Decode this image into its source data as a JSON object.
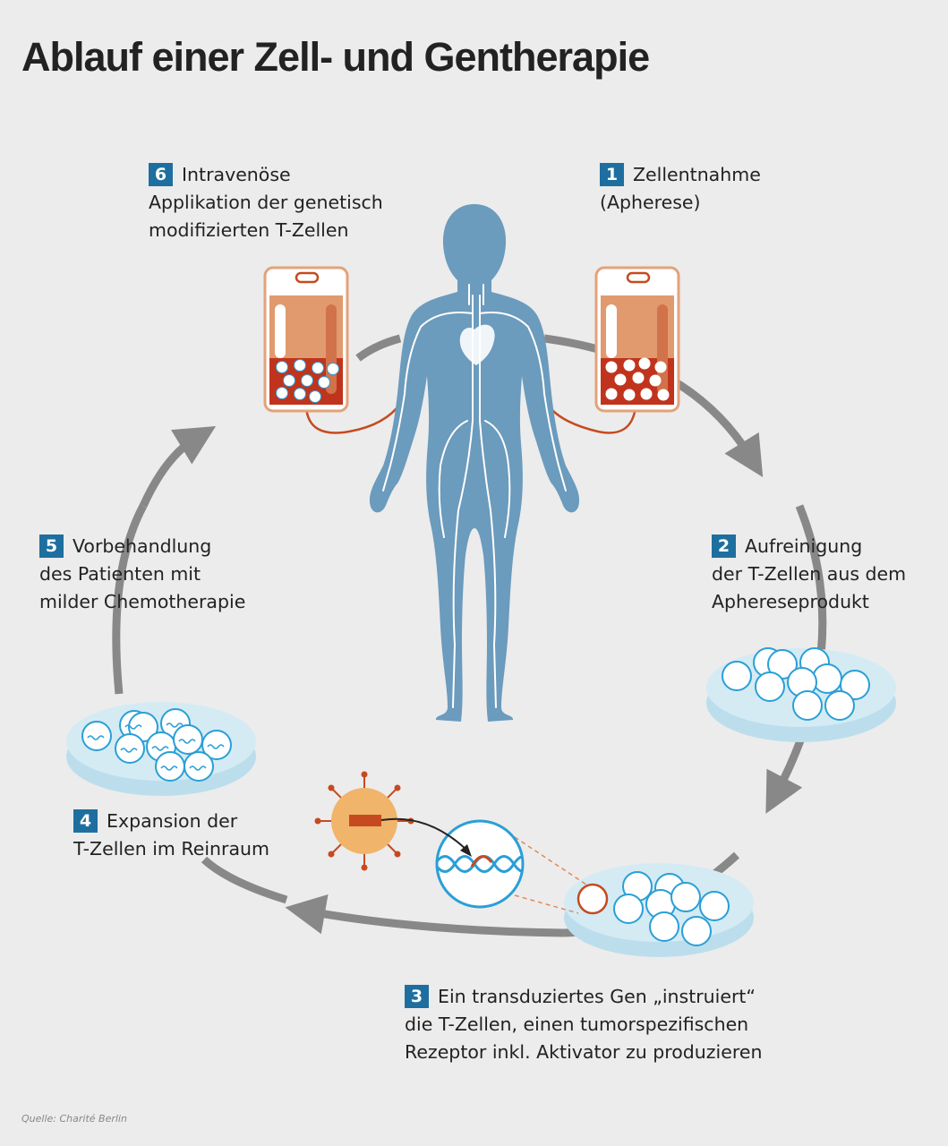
{
  "title": "Ablauf einer Zell- und Gentherapie",
  "steps": [
    {
      "number": "1",
      "lines": [
        "Zellentnahme",
        "(Apherese)"
      ]
    },
    {
      "number": "2",
      "lines": [
        "Aufreinigung",
        "der T-Zellen aus dem",
        "Aphereseprodukt"
      ]
    },
    {
      "number": "3",
      "lines": [
        "Ein transduziertes Gen „instruiert“",
        "die T-Zellen, einen tumorspezifischen",
        "Rezeptor inkl. Aktivator zu produzieren"
      ]
    },
    {
      "number": "4",
      "lines": [
        "Expansion der",
        "T-Zellen im Reinraum"
      ]
    },
    {
      "number": "5",
      "lines": [
        "Vorbehandlung",
        "des Patienten mit",
        "milder Chemotherapie"
      ]
    },
    {
      "number": "6",
      "lines": [
        "Intravenöse",
        "Applikation der genetisch",
        "modifizierten T-Zellen"
      ]
    }
  ],
  "source": "Quelle: Charité Berlin",
  "colors": {
    "step_badge": "#1e6f9f",
    "body_figure": "#6b9bbd",
    "vessels": "#ffffff",
    "blood": "#c0341d",
    "bag_top": "#e09a6e",
    "tube": "#c64a1f",
    "dish": "#c9e4f0",
    "cell_outline": "#2a9fd6",
    "cycle_arrow": "#888888",
    "virus": "#f0b46a"
  },
  "icons": [
    "human-body-icon",
    "blood-bag-icon",
    "petri-dish-icon",
    "virus-icon",
    "dna-icon",
    "cycle-arrow-icon"
  ]
}
